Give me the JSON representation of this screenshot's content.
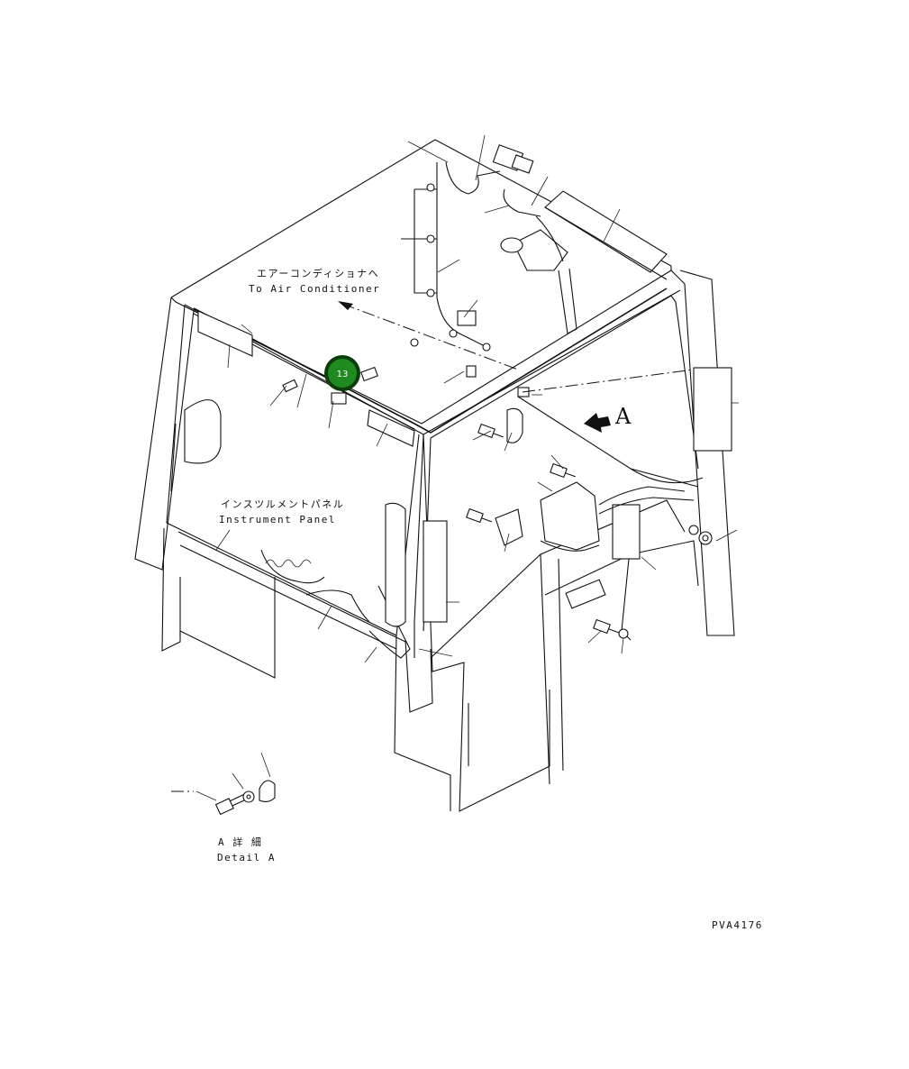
{
  "labels": {
    "air_conditioner_jp": "エアーコンディショナへ",
    "air_conditioner_en": "To Air Conditioner",
    "instrument_panel_jp": "インスツルメントパネル",
    "instrument_panel_en": "Instrument Panel",
    "view_a": "A",
    "detail_a_jp": "A 詳 細",
    "detail_a_en": "Detail A",
    "drawing_code": "PVA4176"
  },
  "callout": {
    "number": "13",
    "color": "#1f8a1f",
    "ring_color": "#0d3d0d"
  },
  "colors": {
    "line": "#111111",
    "background": "#ffffff"
  }
}
